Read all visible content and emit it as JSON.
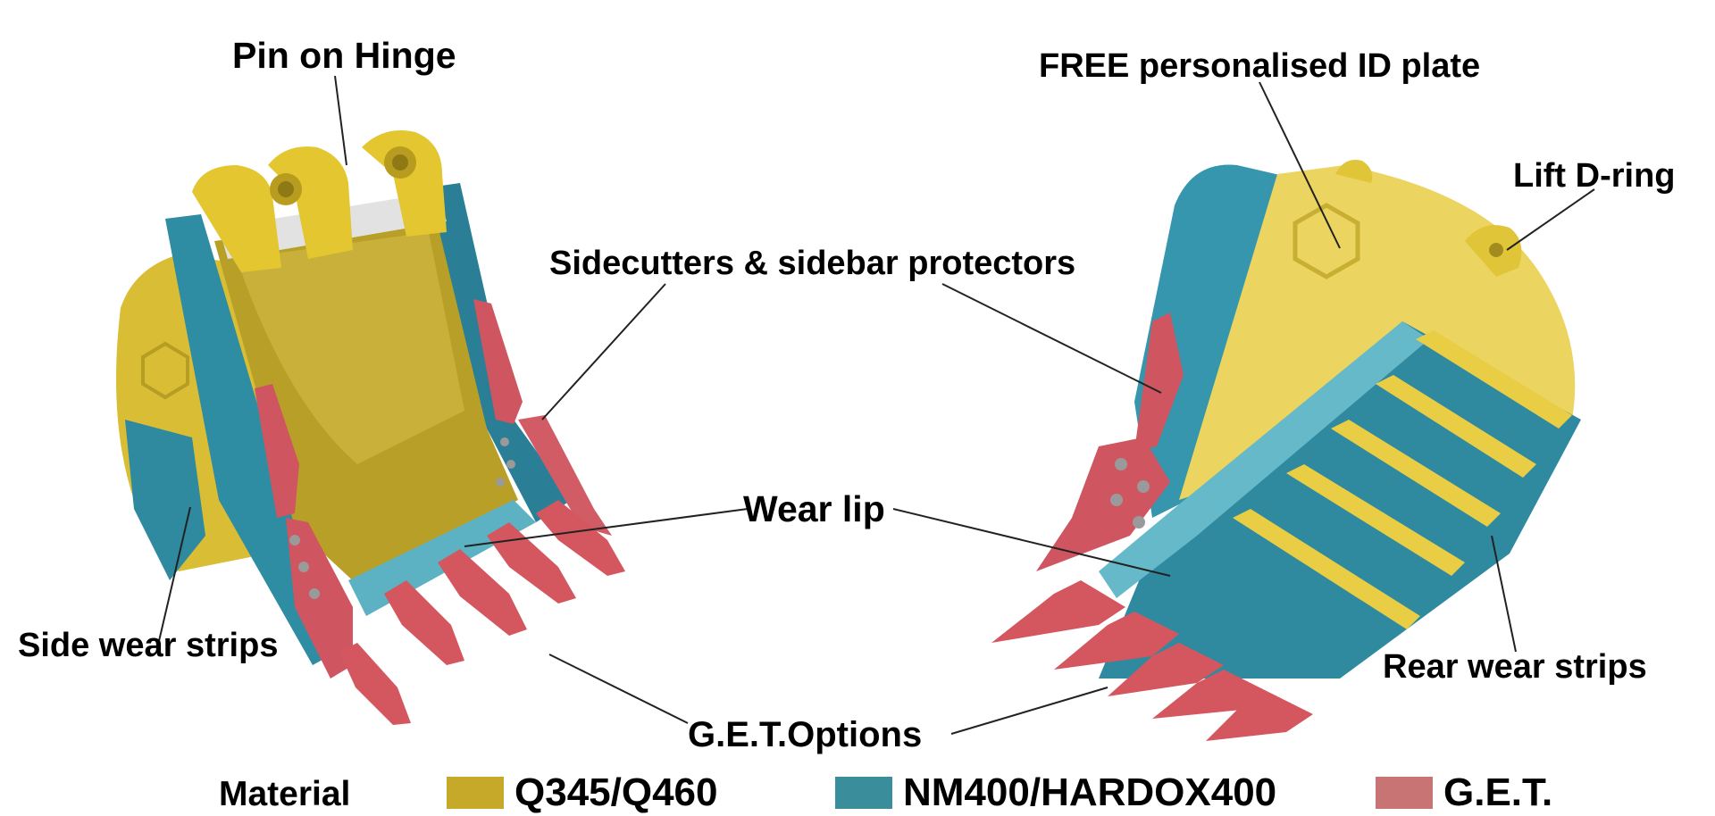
{
  "callouts": {
    "pin_on_hinge": "Pin on Hinge",
    "id_plate": "FREE personalised ID plate",
    "lift_d_ring": "Lift D-ring",
    "sidecutters": "Sidecutters & sidebar protectors",
    "wear_lip": "Wear lip",
    "side_wear_strips": "Side wear strips",
    "rear_wear_strips": "Rear wear strips",
    "get_options": "G.E.T.Options"
  },
  "legend": {
    "title": "Material",
    "items": [
      {
        "label": "Q345/Q460",
        "color": "#c7a92a"
      },
      {
        "label": "NM400/HARDOX400",
        "color": "#3a8e9c"
      },
      {
        "label": "G.E.T.",
        "color": "#c87474"
      }
    ]
  },
  "colors": {
    "yellow": "#e6cc3c",
    "yellow_dark": "#b49a20",
    "teal": "#3593a8",
    "teal_light": "#5fb4c4",
    "red": "#d45a62",
    "red_dark": "#a8434b",
    "grey": "#dcdcdc"
  }
}
